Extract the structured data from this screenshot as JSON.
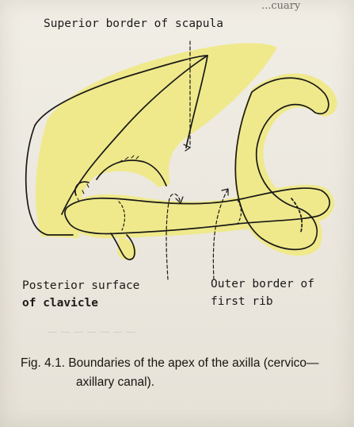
{
  "header_fragment": "...cuary",
  "figure": {
    "labels": {
      "superior_border": "Superior border of scapula",
      "posterior_surface_line1": "Posterior surface",
      "posterior_surface_line2": "of clavicle",
      "outer_border_line1": "Outer border of",
      "outer_border_line2": "first rib"
    },
    "highlight_color": "#efe98c",
    "line_color": "#1a1916"
  },
  "caption": {
    "figure_number": "Fig. 4.1.",
    "line1": "Boundaries of the apex of the axilla (cervico—",
    "line2": "axillary canal)."
  }
}
